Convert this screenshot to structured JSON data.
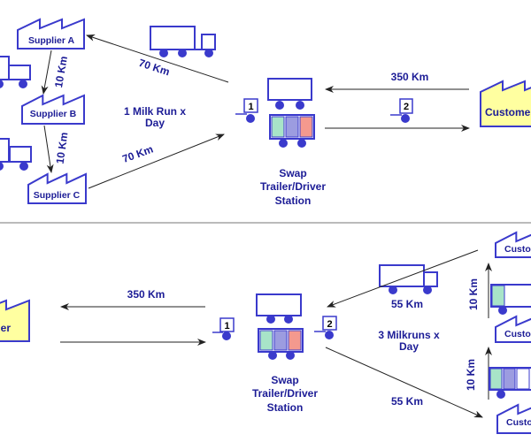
{
  "colors": {
    "outline": "#3a3acc",
    "text": "#1c1c96",
    "load_green": "#a8e4c8",
    "load_purple": "#9c9ce0",
    "load_red": "#f4998e",
    "customer_fill": "#ffffa0",
    "separator": "#bbbbbb"
  },
  "top": {
    "suppliers": [
      "Supplier A",
      "Supplier B",
      "Supplier C"
    ],
    "dist_station_to_a": "70 Km",
    "dist_a_to_b": "10 Km",
    "dist_b_to_c": "10 Km",
    "dist_c_to_station": "70 Km",
    "frequency_line1": "1 Milk Run x",
    "frequency_line2": "Day",
    "driver_1": "1",
    "driver_2": "2",
    "station_line1": "Swap",
    "station_line2": "Trailer/Driver",
    "station_line3": "Station",
    "dist_long_haul": "350 Km",
    "customer": "Customer"
  },
  "bottom": {
    "supplier": "Supplier",
    "dist_long_haul": "350 Km",
    "driver_1": "1",
    "driver_2": "2",
    "station_line1": "Swap",
    "station_line2": "Trailer/Driver",
    "station_line3": "Station",
    "dist_to_station": "55 Km",
    "dist_from_station": "55 Km",
    "frequency_line1": "3 Milkruns x",
    "frequency_line2": "Day",
    "customers": [
      "Customer",
      "Customer",
      "Customer"
    ],
    "dist_c1_c2": "10 Km",
    "dist_c2_c3": "10 Km"
  }
}
